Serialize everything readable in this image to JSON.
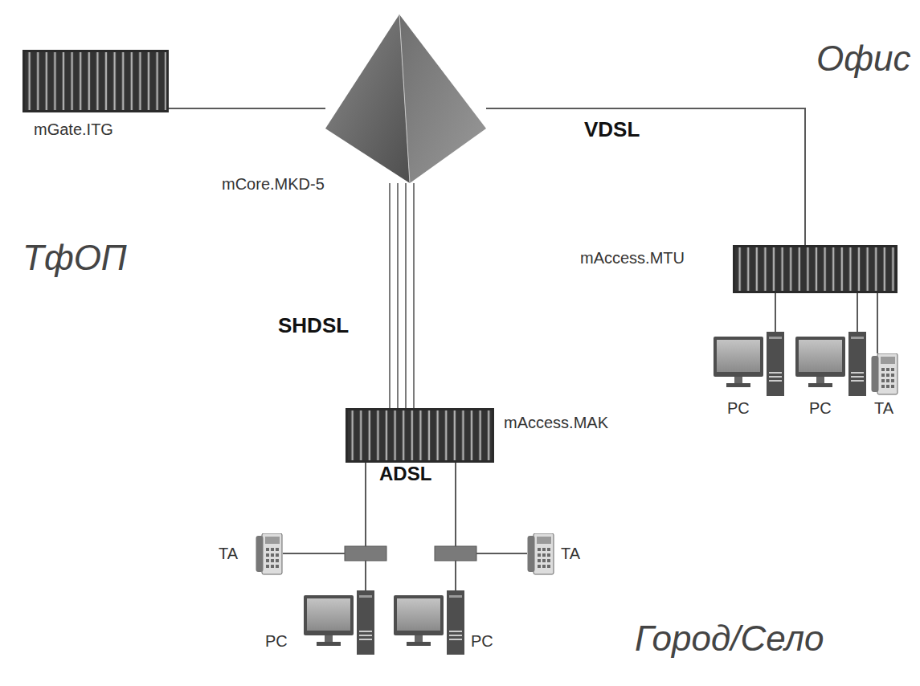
{
  "diagram": {
    "nodes": [
      {
        "text": [
          "ТфОП"
        ]
      },
      {
        "text": [
          "mGate.ITG"
        ],
        "in": 0
      },
      {
        "text": [
          "mCore.MKD-5"
        ]
      },
      {
        "text": [
          "Офис"
        ]
      },
      {
        "text": [
          "mAccess.MTU"
        ],
        "in": 3
      },
      {
        "text": [
          "PC"
        ],
        "in": 3
      },
      {
        "text": [
          "PC"
        ],
        "in": 3
      },
      {
        "text": [
          "TA"
        ],
        "in": 3
      },
      {
        "text": [
          "Город/Село"
        ]
      },
      {
        "text": [
          "mAccess.MAK"
        ],
        "in": 8
      },
      {
        "text": [
          "TA"
        ],
        "in": 8
      },
      {
        "text": [
          "TA"
        ],
        "in": 8
      },
      {
        "text": [
          "PC"
        ],
        "in": 8
      },
      {
        "text": [
          "PC"
        ],
        "in": 8
      }
    ],
    "edges": [
      {
        "from": 1,
        "to": 2,
        "arrow": "none"
      },
      {
        "from": 2,
        "to": 4,
        "label": "VDSL",
        "arrow": "none"
      },
      {
        "from": 2,
        "to": 9,
        "label": "SHDSL",
        "arrow": "none"
      },
      {
        "from": 4,
        "to": 5,
        "arrow": "none"
      },
      {
        "from": 4,
        "to": 6,
        "arrow": "none"
      },
      {
        "from": 4,
        "to": 7,
        "arrow": "none"
      },
      {
        "from": 9,
        "to": 10,
        "arrow": "none"
      },
      {
        "from": 9,
        "to": 12,
        "arrow": "none"
      },
      {
        "from": 9,
        "to": 11,
        "arrow": "none"
      },
      {
        "from": 9,
        "to": 13,
        "arrow": "none"
      }
    ],
    "labels": [
      "ADSL"
    ]
  }
}
